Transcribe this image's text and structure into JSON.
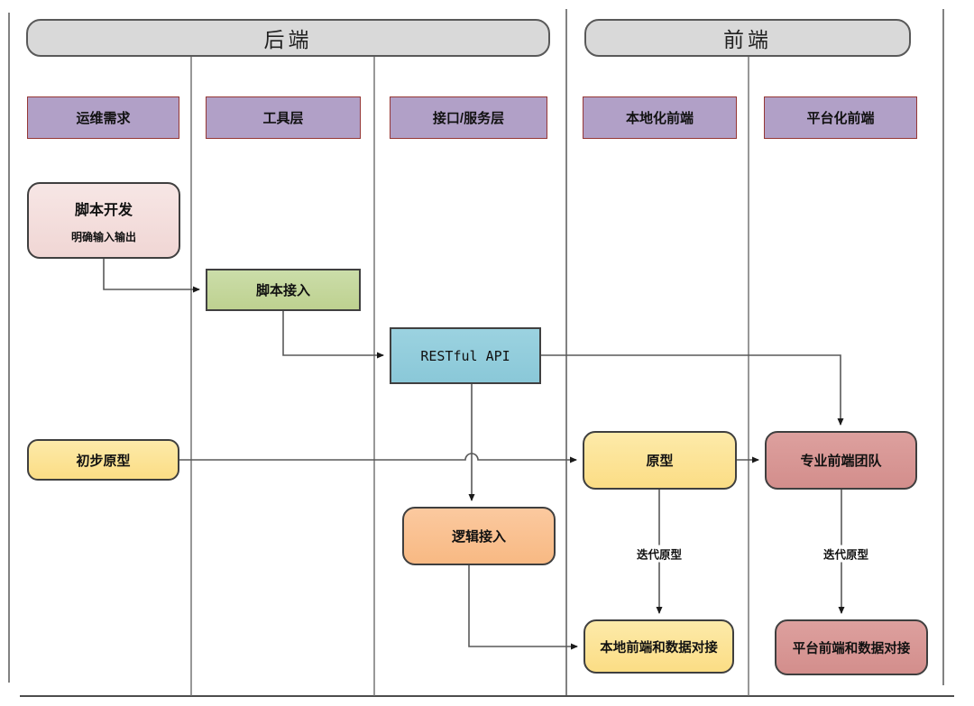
{
  "diagram": {
    "sections": [
      {
        "id": "backend",
        "label": "后端"
      },
      {
        "id": "frontend",
        "label": "前端"
      }
    ],
    "lanes": [
      {
        "id": "ops-requirement",
        "label": "运维需求"
      },
      {
        "id": "tool-layer",
        "label": "工具层"
      },
      {
        "id": "api-service-layer",
        "label": "接口/服务层"
      },
      {
        "id": "local-frontend",
        "label": "本地化前端"
      },
      {
        "id": "platform-frontend",
        "label": "平台化前端"
      }
    ],
    "nodes": [
      {
        "id": "script-dev",
        "title": "脚本开发",
        "subtitle": "明确输入输出"
      },
      {
        "id": "script-integration",
        "label": "脚本接入"
      },
      {
        "id": "restful-api",
        "label": "RESTful API"
      },
      {
        "id": "initial-prototype",
        "label": "初步原型"
      },
      {
        "id": "prototype",
        "label": "原型"
      },
      {
        "id": "pro-frontend-team",
        "label": "专业前端团队"
      },
      {
        "id": "logic-integration",
        "label": "逻辑接入"
      },
      {
        "id": "local-frontend-data",
        "label": "本地前端和数据对接"
      },
      {
        "id": "platform-frontend-data",
        "label": "平台前端和数据对接"
      }
    ],
    "edges": [
      {
        "from": "script-dev",
        "to": "script-integration"
      },
      {
        "from": "script-integration",
        "to": "restful-api"
      },
      {
        "from": "restful-api",
        "to": "pro-frontend-team"
      },
      {
        "from": "restful-api",
        "to": "logic-integration"
      },
      {
        "from": "initial-prototype",
        "to": "prototype"
      },
      {
        "from": "prototype",
        "to": "pro-frontend-team"
      },
      {
        "from": "prototype",
        "to": "local-frontend-data",
        "label": "迭代原型"
      },
      {
        "from": "pro-frontend-team",
        "to": "platform-frontend-data",
        "label": "迭代原型"
      },
      {
        "from": "logic-integration",
        "to": "local-frontend-data"
      }
    ],
    "colors": {
      "section_header_fill": "#d9d9d9",
      "section_header_border": "#595959",
      "lane_header_fill": "#b1a0c7",
      "lane_header_border": "#953735",
      "node_pink": "#f2dcdb",
      "node_green": "#c3d69b",
      "node_blue": "#92cddc",
      "node_yellow": "#fce190",
      "node_orange": "#fac090",
      "node_red": "#d99694",
      "connector_line": "#595959",
      "arrowhead": "#1a1a1a"
    }
  }
}
